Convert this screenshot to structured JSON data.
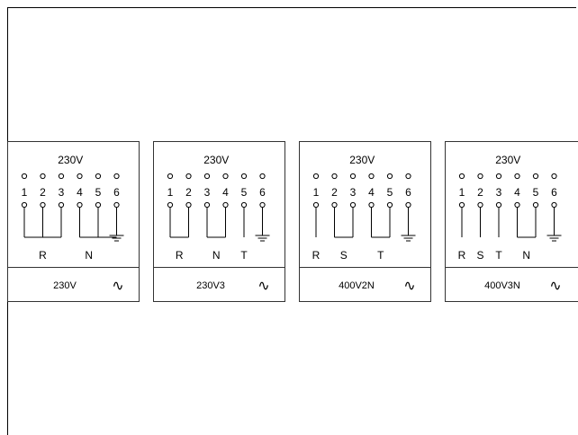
{
  "voltage_label": "230V",
  "terminal_numbers": [
    "1",
    "2",
    "3",
    "4",
    "5",
    "6"
  ],
  "ac_symbol": "∿",
  "panels": [
    {
      "id": "230v",
      "config": "230V",
      "links": [
        [
          1,
          3
        ],
        [
          4,
          6
        ]
      ],
      "ground": 6,
      "phase_labels": [
        {
          "text": "R",
          "term": 2
        },
        {
          "text": "N",
          "term": 4.5
        }
      ]
    },
    {
      "id": "230v3",
      "config": "230V3",
      "links": [
        [
          1,
          2
        ],
        [
          3,
          4
        ]
      ],
      "ground": 6,
      "phase_labels": [
        {
          "text": "R",
          "term": 1.5
        },
        {
          "text": "N",
          "term": 3.5
        },
        {
          "text": "T",
          "term": 5
        }
      ]
    },
    {
      "id": "400v2n",
      "config": "400V2N",
      "links": [
        [
          2,
          3
        ],
        [
          4,
          5
        ]
      ],
      "ground": 6,
      "phase_labels": [
        {
          "text": "R",
          "term": 1
        },
        {
          "text": "S",
          "term": 2.5
        },
        {
          "text": "T",
          "term": 4.5
        }
      ]
    },
    {
      "id": "400v3n",
      "config": "400V3N",
      "links": [
        [
          4,
          5
        ]
      ],
      "ground": 6,
      "phase_labels": [
        {
          "text": "R",
          "term": 1
        },
        {
          "text": "S",
          "term": 2
        },
        {
          "text": "T",
          "term": 3
        },
        {
          "text": "N",
          "term": 4.5
        }
      ]
    }
  ]
}
